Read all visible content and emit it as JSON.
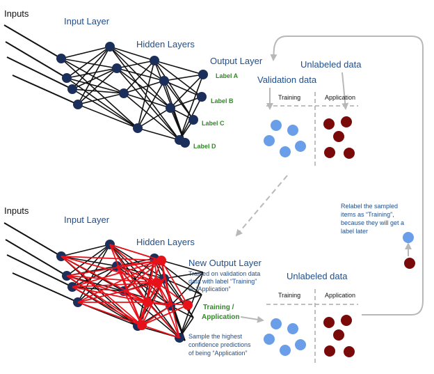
{
  "top": {
    "inputs": "Inputs",
    "input_layer": "Input Layer",
    "hidden_layers": "Hidden Layers",
    "output_layer": "Output Layer",
    "labels": [
      "Label A",
      "Label B",
      "Label C",
      "Label D"
    ],
    "validation_data": "Validation data",
    "unlabeled_data": "Unlabeled data",
    "col_training": "Training",
    "col_application": "Application"
  },
  "bottom": {
    "inputs": "Inputs",
    "input_layer": "Input Layer",
    "hidden_layers": "Hidden Layers",
    "new_output_layer": "New Output Layer",
    "trained_note": [
      "Trained on validation data",
      "data with label “Training”",
      "or “Application”"
    ],
    "output_label": [
      "Training /",
      "Application"
    ],
    "sample_note": [
      "Sample the highest",
      "confidence predictions",
      "of being “Application”"
    ],
    "unlabeled_data": "Unlabeled data",
    "col_training": "Training",
    "col_application": "Application",
    "relabel_note": [
      "Relabel the sampled",
      "items as “Training”,",
      "because they will get a",
      "label later"
    ]
  },
  "colors": {
    "node": "#1b2f5a",
    "edge": "#111111",
    "red": "#e8111a",
    "light_blue": "#6a9ee8",
    "dark_red": "#7a0a0a",
    "arrow": "#b8b8b8",
    "title_blue": "#1f4e8c",
    "label_green": "#2e8b22"
  }
}
